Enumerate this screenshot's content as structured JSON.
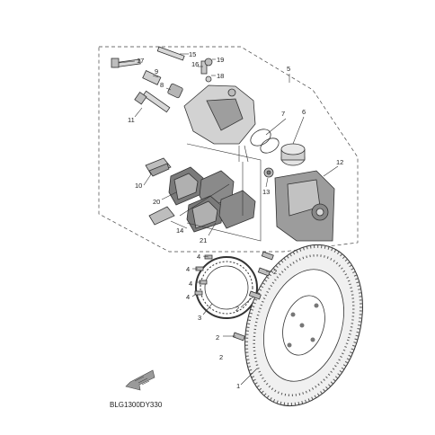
{
  "diagram": {
    "code": "BLG1300DY330",
    "callouts": [
      "1",
      "2",
      "2",
      "2",
      "2",
      "3",
      "4",
      "4",
      "4",
      "4",
      "5",
      "6",
      "7",
      "8",
      "9",
      "10",
      "11",
      "12",
      "13",
      "14",
      "15",
      "16",
      "17",
      "18",
      "19",
      "20",
      "21"
    ]
  },
  "colors": {
    "part_fill": "#dcdcdc",
    "part_dark": "#9a9a9a",
    "line": "#333333"
  },
  "icons": {
    "direction_arrow": "front-direction-arrow-icon"
  }
}
